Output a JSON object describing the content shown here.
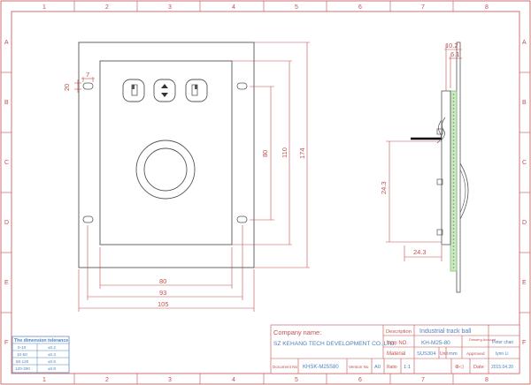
{
  "zones": {
    "top": [
      "1",
      "2",
      "3",
      "4",
      "5",
      "6",
      "7",
      "8"
    ],
    "left": [
      "A",
      "B",
      "C",
      "D",
      "E",
      "F"
    ]
  },
  "dimensions": {
    "d_20": "20",
    "d_7": "7",
    "d_80h": "80",
    "d_110": "110",
    "d_174": "174",
    "d_80w": "80",
    "d_93": "93",
    "d_105": "105",
    "d_10_2": "10.2",
    "d_6_1": "6.1",
    "d_24_3": "24.3"
  },
  "title_block": {
    "company_label": "Company name:",
    "company": "SZ KEHANG TECH DEVELOPMENT CO.,LTD.",
    "description_label": "Description",
    "description": "Industrial track ball",
    "item_label": "Item NO.",
    "item": "KH-M25-80",
    "drawing_label": "Drawing Account",
    "drawing": "Peter chan",
    "material_label": "Material",
    "material": "SUS304",
    "unit_label": "Unit",
    "unit": "mm",
    "approved_label": "Approved",
    "approved": "lynn Li",
    "document_label": "Document No",
    "document": "KHSK-M25S80",
    "version_label": "Version No",
    "version": "A0",
    "ratio_label": "Ratio",
    "ratio": "1:1",
    "projection": "⊕◁",
    "date_label": "Date",
    "date": "2015.04.20"
  },
  "tolerance": {
    "title": "The dimension tolerance",
    "rows": [
      [
        "0-10",
        "±0.2"
      ],
      [
        "10-50",
        "±0.3"
      ],
      [
        "50-120",
        "±0.5"
      ],
      [
        "120-200",
        "±0.8"
      ]
    ]
  },
  "colors": {
    "frame": "#c0504d",
    "part": "#555555",
    "pcb": "#7fbf6f",
    "tolerance": "#4f81bd"
  }
}
